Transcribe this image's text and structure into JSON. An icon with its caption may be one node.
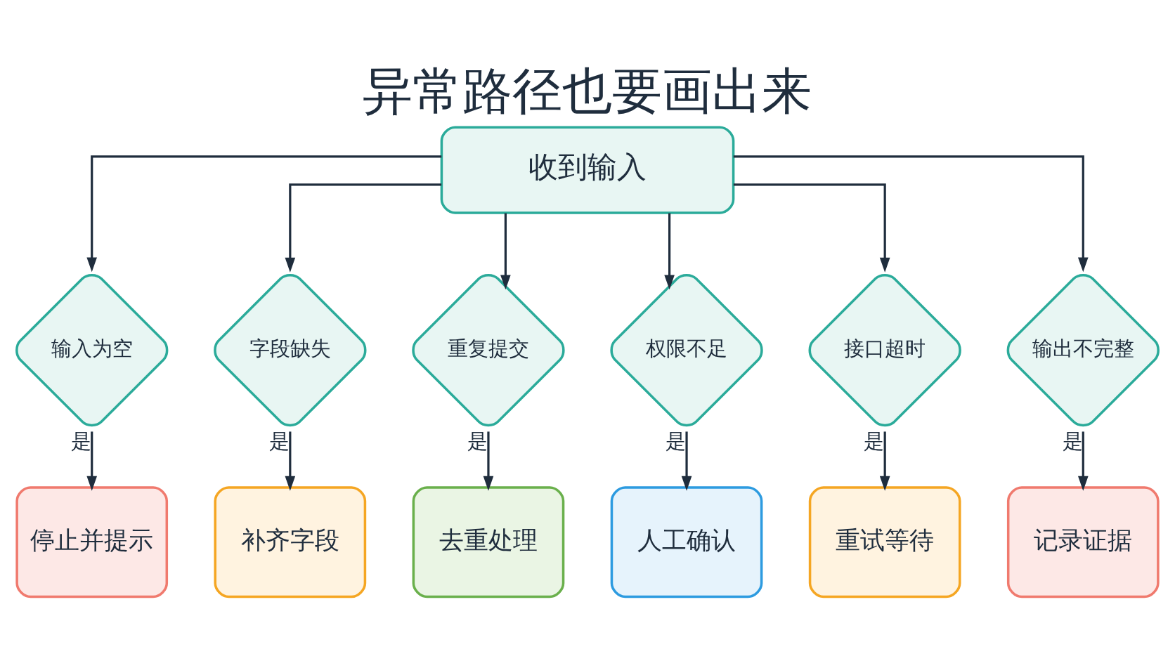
{
  "diagram": {
    "title": "异常路径也要画出来",
    "nodes": [
      {
        "text": [
          "收到输入"
        ]
      },
      {
        "text": [
          "输入为空"
        ]
      },
      {
        "text": [
          "字段缺失"
        ]
      },
      {
        "text": [
          "重复提交"
        ]
      },
      {
        "text": [
          "权限不足"
        ]
      },
      {
        "text": [
          "接口超时"
        ]
      },
      {
        "text": [
          "输出不完整"
        ]
      },
      {
        "text": [
          "停止并提示"
        ]
      },
      {
        "text": [
          "补齐字段"
        ]
      },
      {
        "text": [
          "去重处理"
        ]
      },
      {
        "text": [
          "人工确认"
        ]
      },
      {
        "text": [
          "重试等待"
        ]
      },
      {
        "text": [
          "记录证据"
        ]
      }
    ],
    "edges": [
      {
        "from": 0,
        "to": 1,
        "arrow": "to"
      },
      {
        "from": 0,
        "to": 2,
        "arrow": "to"
      },
      {
        "from": 0,
        "to": 3,
        "arrow": "to"
      },
      {
        "from": 0,
        "to": 4,
        "arrow": "to"
      },
      {
        "from": 0,
        "to": 5,
        "arrow": "to"
      },
      {
        "from": 0,
        "to": 6,
        "arrow": "to"
      },
      {
        "from": 1,
        "to": 7,
        "label": "是",
        "arrow": "to"
      },
      {
        "from": 2,
        "to": 8,
        "label": "是",
        "arrow": "to"
      },
      {
        "from": 3,
        "to": 9,
        "label": "是",
        "arrow": "to"
      },
      {
        "from": 4,
        "to": 10,
        "label": "是",
        "arrow": "to"
      },
      {
        "from": 5,
        "to": 11,
        "label": "是",
        "arrow": "to"
      },
      {
        "from": 6,
        "to": 12,
        "label": "是",
        "arrow": "to"
      }
    ]
  }
}
